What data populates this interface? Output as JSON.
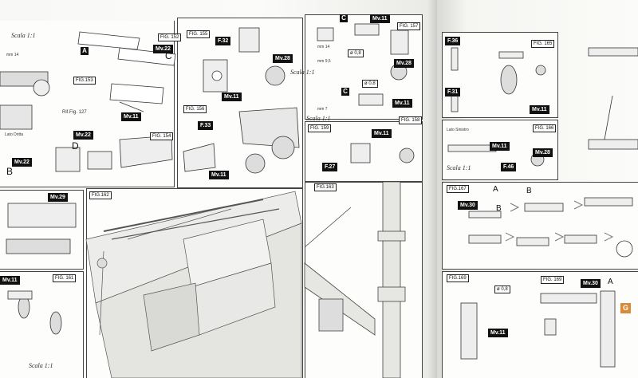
{
  "left_page": {
    "top_labels": {
      "scala_1": "Scala 1:1",
      "mm14": "mm 14",
      "fig152": "FIG. 152",
      "mv22_a": "Mv.22",
      "letter_a": "A",
      "letter_c": "C",
      "fig153": "FIG.153",
      "mv11_a": "Mv.11",
      "rif": "Rif.Fig. 127",
      "lato_dritta": "Lato Dritta",
      "mv22_b": "Mv.22",
      "letter_d": "D",
      "mv22_c": "Mv.22",
      "letter_b": "B",
      "fig154": "FIG. 154",
      "fig155": "FIG. 155",
      "f32": "F.32",
      "mv28": "Mv.28",
      "mv11_b": "Mv.11",
      "fig156": "FIG. 156",
      "f33": "F.33",
      "mv11_c": "Mv.11",
      "c_block1": "C",
      "mv11_d": "Mv.11",
      "fig157": "FIG. 157",
      "mm14b": "mm 14",
      "mm9": "mm 9,5",
      "scala_2": "Scala 1:1",
      "dia1": "ø 0,8",
      "mv28b": "Mv.28",
      "dia2": "ø 0,8",
      "c_block2": "C",
      "mv11_e": "Mv.11",
      "mm7": "mm 7",
      "scala_3": "Scala 1:1",
      "fig158": "FIG. 158",
      "fig159": "FIG. 159",
      "mv11_f": "Mv.11",
      "f27": "F.27"
    },
    "bottom_labels": {
      "mv29": "Mv.29",
      "fig162": "FIG.162",
      "fig163": "FIG.163",
      "mv11_g": "Mv.11",
      "fig161": "FIG. 161",
      "scala_4": "Scala 1:1"
    }
  },
  "right_page": {
    "f36": "F.36",
    "fig165": "FIG. 165",
    "f31": "F.31",
    "mv11_h": "Mv.11",
    "lato_sinistro": "Lato Sinistro",
    "fig166": "FIG. 166",
    "mv11_i": "Mv.11",
    "mv28c": "Mv.28",
    "f46": "F.46",
    "scala_5": "Scala 1:1",
    "fig167": "FIG.167",
    "letter_a2": "A",
    "mv30": "Mv.30",
    "letter_b2": "B",
    "letter_b3": "B",
    "fig169a": "FIG.169",
    "dia3": "ø 0,8",
    "mv11_j": "Mv.11",
    "fig169b": "FIG. 169",
    "mv30b": "Mv.30",
    "letter_a3": "A",
    "badge_g": "G"
  },
  "colors": {
    "ink": "#111111",
    "paper": "#fbfbf9",
    "badge": "#d88a3a"
  }
}
